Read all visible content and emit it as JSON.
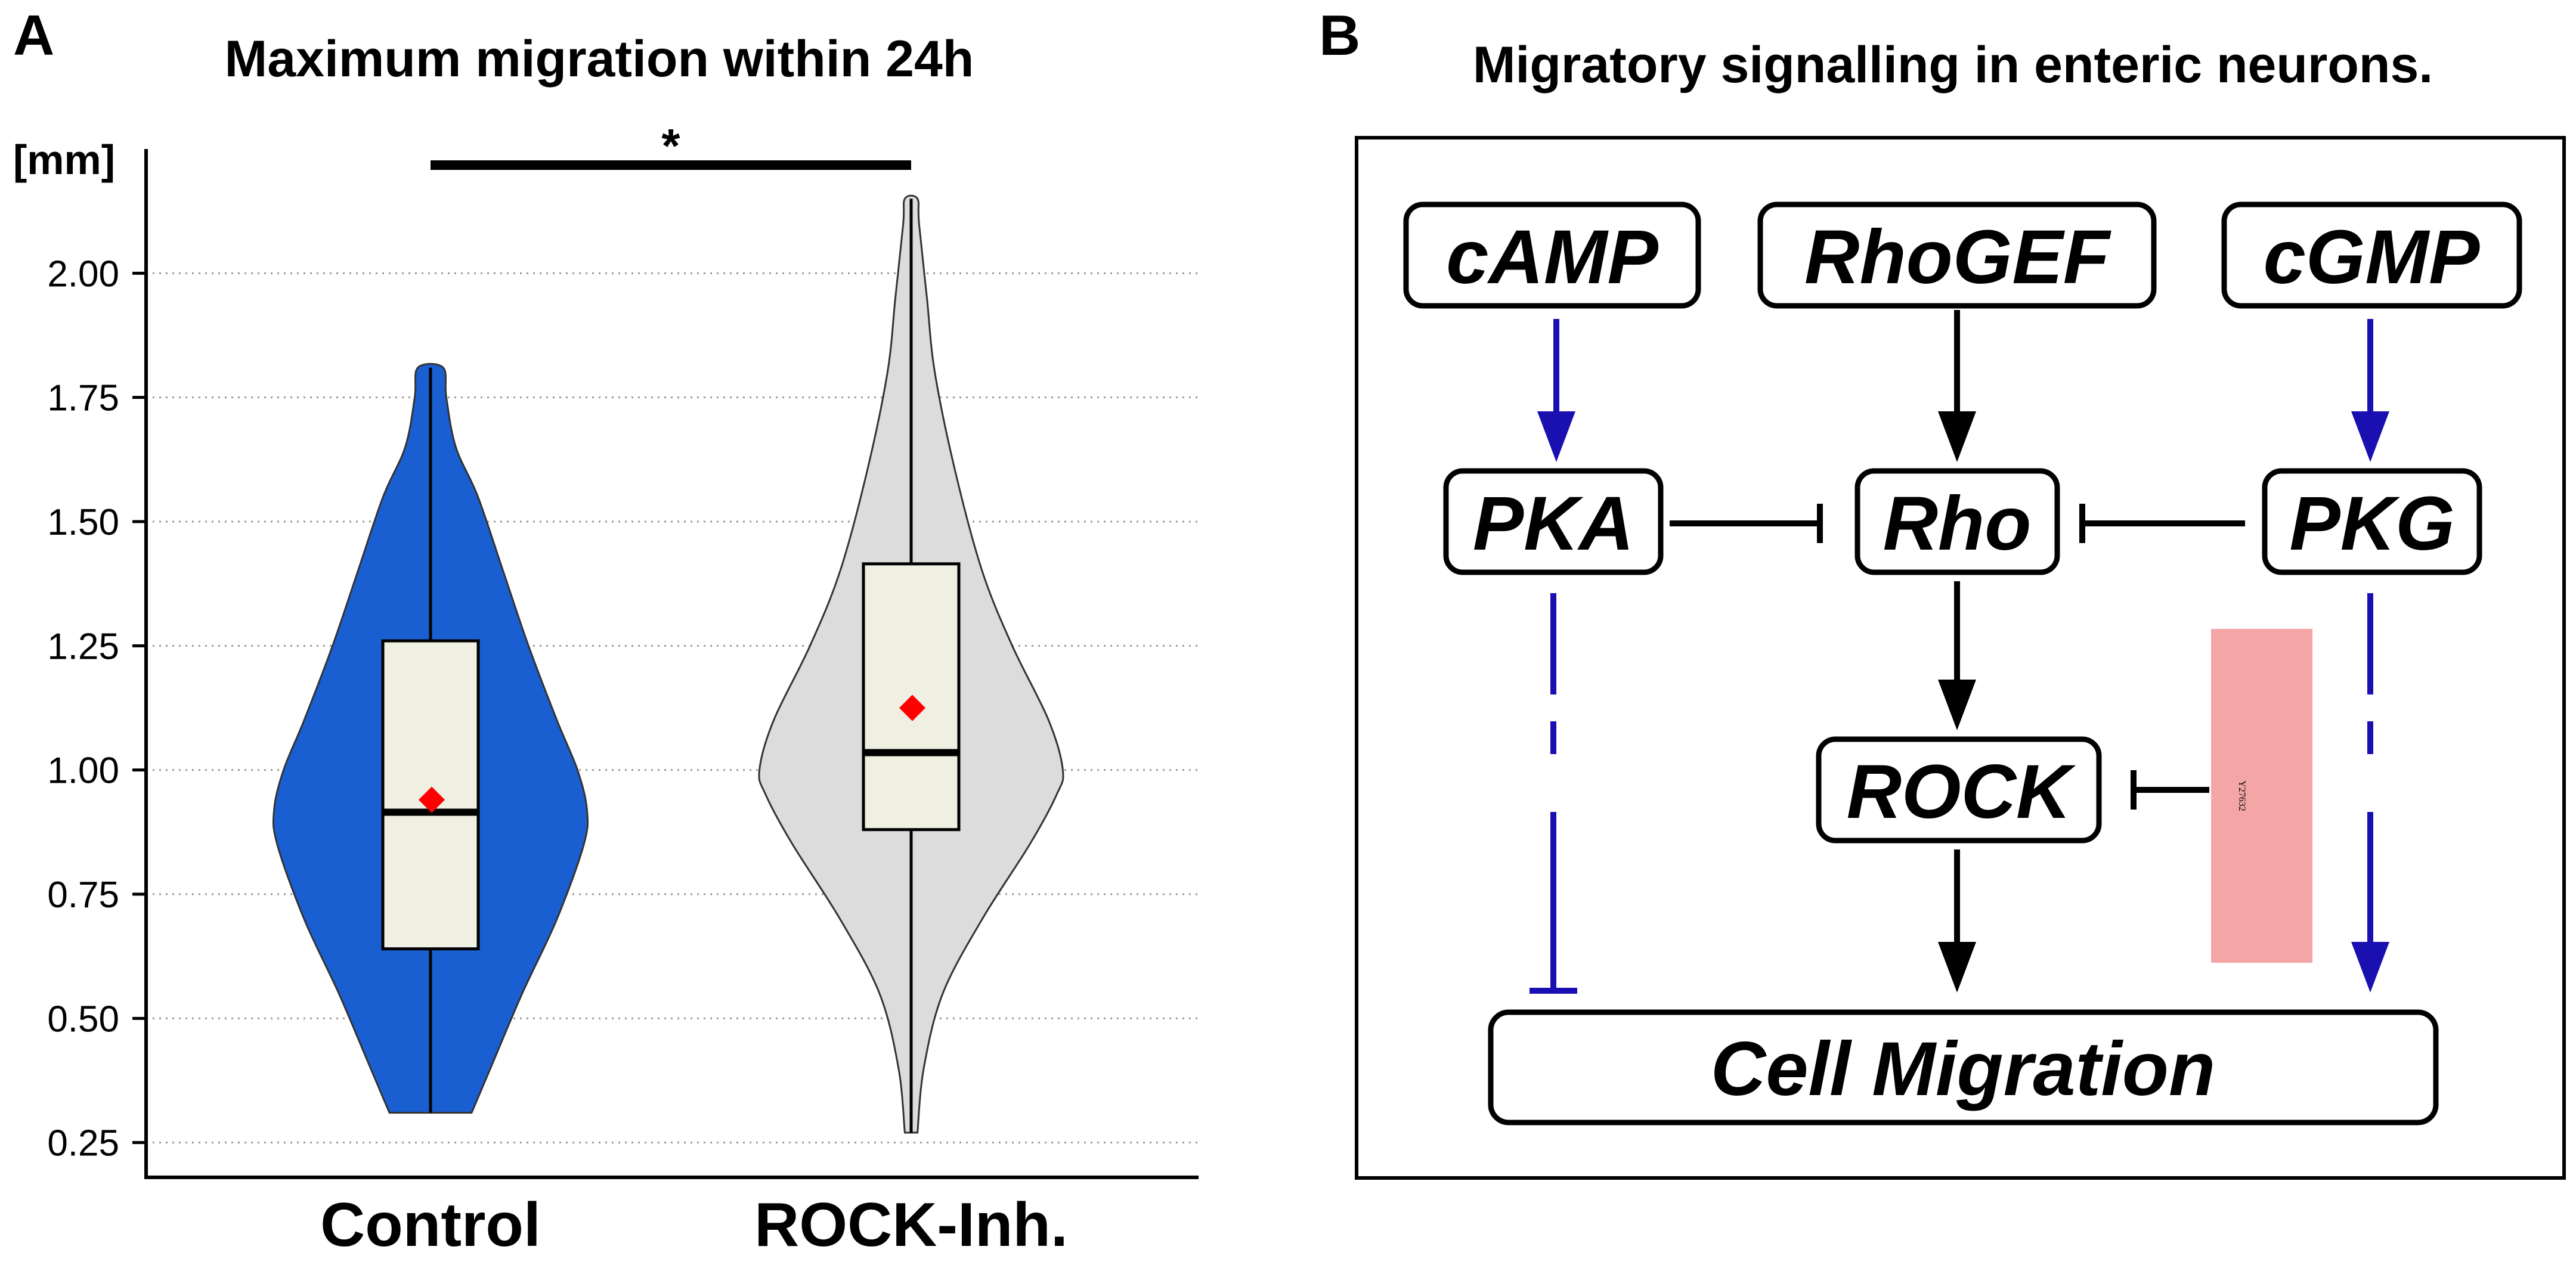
{
  "panel_a": {
    "letter": "A",
    "title": "Maximum migration within 24h"
  },
  "panel_b": {
    "letter": "B",
    "title": "Migratory signalling in enteric neurons.",
    "nodes": {
      "camp": "cAMP",
      "rhogef": "RhoGEF",
      "cgmp": "cGMP",
      "pka": "PKA",
      "rho": "Rho",
      "pkg": "PKG",
      "rock": "ROCK",
      "migration": "Cell Migration",
      "inhibitor": "Y27632"
    },
    "colors": {
      "black_arrow": "#000000",
      "blue_arrow": "#1a0fb0",
      "inhibitor_bg": "#f4a6a6"
    }
  },
  "chart_data": {
    "type": "violin",
    "categories": [
      "Control",
      "ROCK-Inh."
    ],
    "ylabel": "[mm]",
    "ylim": [
      0.18,
      2.25
    ],
    "yticks": [
      "0.25",
      "0.50",
      "0.75",
      "1.00",
      "1.25",
      "1.50",
      "1.75",
      "2.00"
    ],
    "grid": "horizontal-dotted",
    "series": [
      {
        "fill": "#1a5fd1",
        "min": 0.31,
        "max": 1.81,
        "q1": 0.64,
        "median": 0.915,
        "q3": 1.26,
        "mean": 0.94,
        "density": [
          [
            0.31,
            0.26
          ],
          [
            0.4,
            0.38
          ],
          [
            0.55,
            0.58
          ],
          [
            0.7,
            0.8
          ],
          [
            0.85,
            0.97
          ],
          [
            0.92,
            0.99
          ],
          [
            1.0,
            0.93
          ],
          [
            1.1,
            0.8
          ],
          [
            1.25,
            0.62
          ],
          [
            1.4,
            0.46
          ],
          [
            1.55,
            0.3
          ],
          [
            1.65,
            0.16
          ],
          [
            1.75,
            0.1
          ],
          [
            1.81,
            0.08
          ]
        ]
      },
      {
        "fill": "#dcdcdc",
        "min": 0.27,
        "max": 2.15,
        "q1": 0.88,
        "median": 1.035,
        "q3": 1.415,
        "mean": 1.125,
        "density": [
          [
            0.27,
            0.04
          ],
          [
            0.4,
            0.08
          ],
          [
            0.55,
            0.2
          ],
          [
            0.7,
            0.45
          ],
          [
            0.85,
            0.75
          ],
          [
            0.95,
            0.92
          ],
          [
            1.0,
            0.96
          ],
          [
            1.1,
            0.87
          ],
          [
            1.25,
            0.64
          ],
          [
            1.4,
            0.45
          ],
          [
            1.6,
            0.28
          ],
          [
            1.8,
            0.15
          ],
          [
            1.95,
            0.1
          ],
          [
            2.1,
            0.05
          ],
          [
            2.15,
            0.04
          ]
        ]
      }
    ],
    "significance": {
      "label": "*",
      "between": [
        0,
        1
      ]
    },
    "mean_marker_color": "#ff0000",
    "box_fill": "#efefe2"
  }
}
